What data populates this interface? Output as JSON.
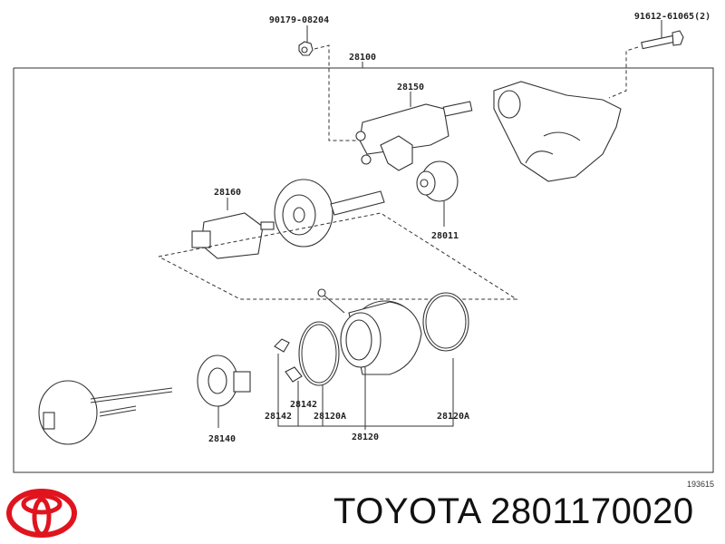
{
  "diagram": {
    "labels": {
      "nut": "90179-08204",
      "bolt": "91612-61065(2)",
      "starter_assy": "28100",
      "solenoid": "28150",
      "armature": "28160",
      "clutch": "28011",
      "brush_spring_a": "28142",
      "brush_spring_b": "28142",
      "oring_a": "28120A",
      "oring_b": "28120A",
      "yoke": "28120",
      "brush_holder": "28140"
    },
    "reference_number": "193615"
  },
  "footer": {
    "brand_text": "TOYOTA 2801170020",
    "logo_color": "#e0141e"
  }
}
